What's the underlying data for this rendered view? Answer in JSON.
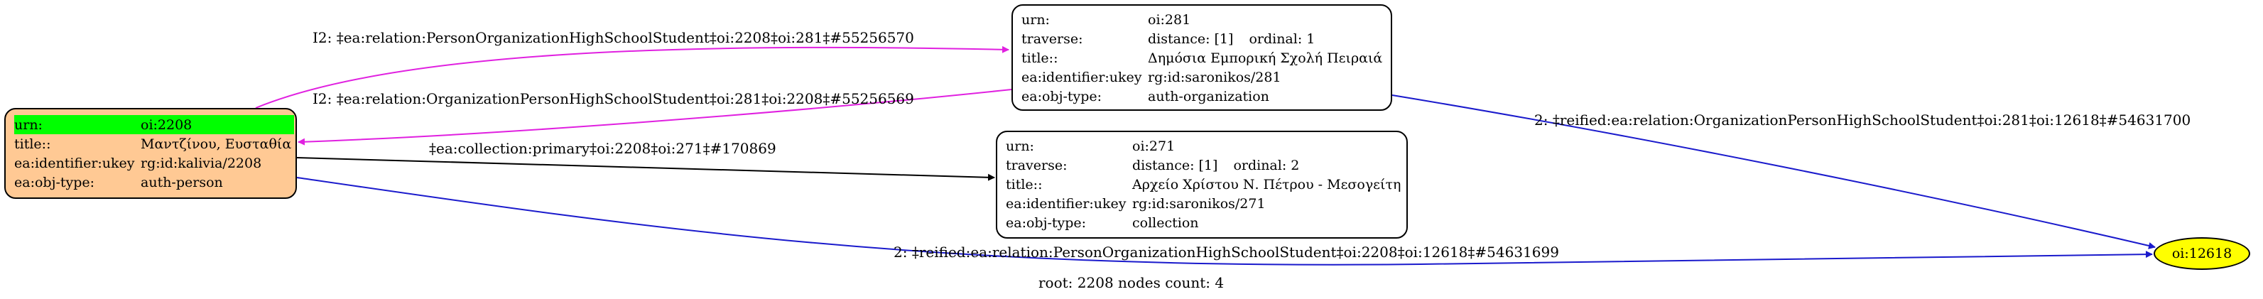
{
  "nodes": {
    "person": {
      "urn_label": "urn:",
      "urn_value": "oi:2208",
      "title_label": "title::",
      "title_value": "Μαντζίνου, Ευσταθία",
      "ukey_label": "ea:identifier:ukey",
      "ukey_value": "rg:id:kalivia/2208",
      "objtype_label": "ea:obj-type:",
      "objtype_value": "auth-person",
      "fill": "#ffc994",
      "highlight": "#00ff00"
    },
    "org281": {
      "urn_label": "urn:",
      "urn_value": "oi:281",
      "traverse_label": "traverse:",
      "traverse_value": "distance: [1]",
      "ordinal_value": "ordinal: 1",
      "title_label": "title::",
      "title_value": "Δημόσια Εμπορική Σχολή Πειραιά",
      "ukey_label": "ea:identifier:ukey",
      "ukey_value": "rg:id:saronikos/281",
      "objtype_label": "ea:obj-type:",
      "objtype_value": "auth-organization"
    },
    "col271": {
      "urn_label": "urn:",
      "urn_value": "oi:271",
      "traverse_label": "traverse:",
      "traverse_value": "distance: [1]",
      "ordinal_value": "ordinal: 2",
      "title_label": "title::",
      "title_value": "Αρχείο Χρίστου Ν. Πέτρου - Μεσογείτη",
      "ukey_label": "ea:identifier:ukey",
      "ukey_value": "rg:id:saronikos/271",
      "objtype_label": "ea:obj-type:",
      "objtype_value": "collection"
    },
    "reified": {
      "label": "oi:12618",
      "fill": "#ffff00"
    }
  },
  "edges": {
    "e1_label": "I2: ‡ea:relation:PersonOrganizationHighSchoolStudent‡oi:2208‡oi:281‡#55256570",
    "e2_label": "I2: ‡ea:relation:OrganizationPersonHighSchoolStudent‡oi:281‡oi:2208‡#55256569",
    "e3_label": "‡ea:collection:primary‡oi:2208‡oi:271‡#170869",
    "e4_label": "2: ‡reified:ea:relation:OrganizationPersonHighSchoolStudent‡oi:281‡oi:12618‡#54631700",
    "e5_label": "2: ‡reified:ea:relation:PersonOrganizationHighSchoolStudent‡oi:2208‡oi:12618‡#54631699",
    "magenta": "#e020e0",
    "blue": "#1a1acc",
    "black": "#000000"
  },
  "footer": "root: 2208 nodes count: 4"
}
